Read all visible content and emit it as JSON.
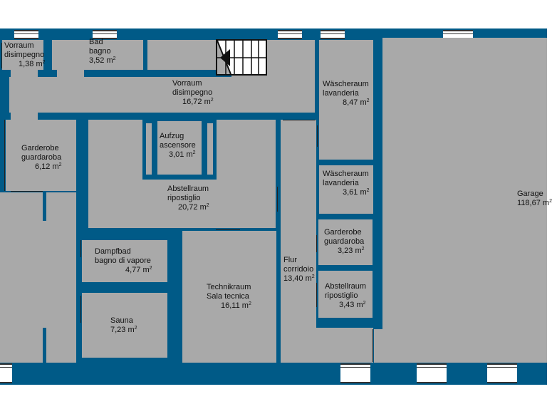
{
  "colors": {
    "wall": "#005a87",
    "room_fill": "#a9a9a9",
    "window": "#ffffff",
    "text": "#111111"
  },
  "rooms": [
    {
      "id": "vorraum-small",
      "name_de": "Vorraum",
      "name_it": "disimpegno",
      "area": "1,38 m",
      "unit_sup": "2"
    },
    {
      "id": "bad",
      "name_de": "Bad",
      "name_it": "bagno",
      "area": "3,52 m",
      "unit_sup": "2"
    },
    {
      "id": "vorraum-large",
      "name_de": "Vorraum",
      "name_it": "disimpegno",
      "area": "16,72 m",
      "unit_sup": "2"
    },
    {
      "id": "waescheraum-1",
      "name_de": "Wäscheraum",
      "name_it": "lavanderia",
      "area": "8,47 m",
      "unit_sup": "2"
    },
    {
      "id": "garderobe-1",
      "name_de": "Garderobe",
      "name_it": "guardaroba",
      "area": "6,12 m",
      "unit_sup": "2"
    },
    {
      "id": "aufzug",
      "name_de": "Aufzug",
      "name_it": "ascensore",
      "area": "3,01 m",
      "unit_sup": "2"
    },
    {
      "id": "abstellraum-1",
      "name_de": "Abstellraum",
      "name_it": "ripostiglio",
      "area": "20,72 m",
      "unit_sup": "2"
    },
    {
      "id": "waescheraum-2",
      "name_de": "Wäscheraum",
      "name_it": "lavanderia",
      "area": "3,61 m",
      "unit_sup": "2"
    },
    {
      "id": "garage",
      "name_de": "Garage",
      "name_it": "",
      "area": "118,67 m",
      "unit_sup": "2"
    },
    {
      "id": "garderobe-2",
      "name_de": "Garderobe",
      "name_it": "guardaroba",
      "area": "3,23 m",
      "unit_sup": "2"
    },
    {
      "id": "dampfbad",
      "name_de": "Dampfbad",
      "name_it": "bagno di vapore",
      "area": "4,77 m",
      "unit_sup": "2"
    },
    {
      "id": "flur",
      "name_de": "Flur",
      "name_it": "corridoio",
      "area": "13,40 m",
      "unit_sup": "2"
    },
    {
      "id": "abstellraum-2",
      "name_de": "Abstellraum",
      "name_it": "ripostiglio",
      "area": "3,43 m",
      "unit_sup": "2"
    },
    {
      "id": "technikraum",
      "name_de": "Technikraum",
      "name_it": "Sala tecnica",
      "area": "16,11 m",
      "unit_sup": "2"
    },
    {
      "id": "sauna",
      "name_de": "Sauna",
      "name_it": "",
      "area": "7,23 m",
      "unit_sup": "2"
    }
  ]
}
